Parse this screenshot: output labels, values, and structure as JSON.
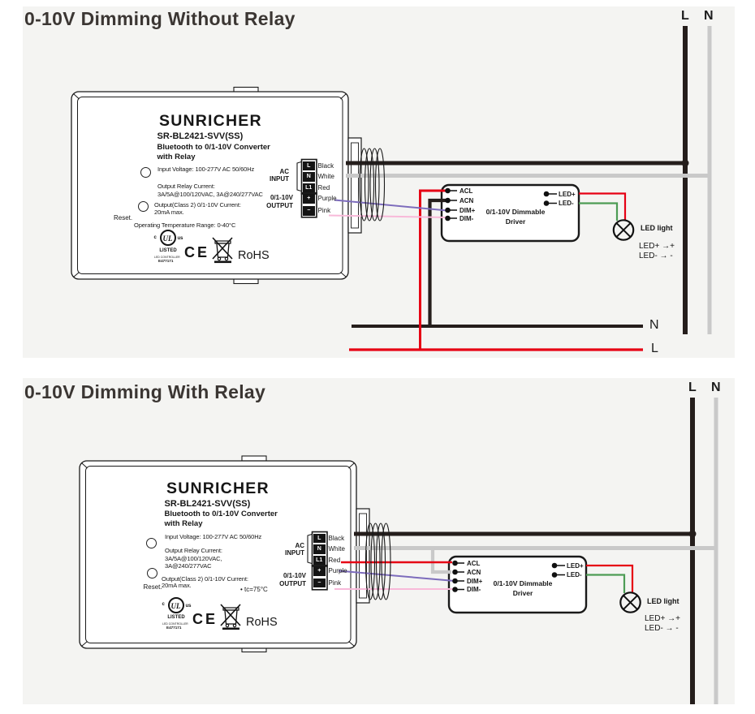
{
  "diagram1": {
    "title": "0-10V Dimming Without Relay",
    "mains_top": {
      "l": "L",
      "n": "N"
    },
    "mains_bottom": {
      "n": "N",
      "l": "L"
    }
  },
  "diagram2": {
    "title": "0-10V Dimming With Relay",
    "mains_top": {
      "l": "L",
      "n": "N"
    }
  },
  "device": {
    "brand": "SUNRICHER",
    "model": "SR-BL2421-SVV(SS)",
    "subtitle_line1": "Bluetooth to 0/1-10V Converter",
    "subtitle_line2": "with Relay",
    "spec_input_voltage": "Input Voltage: 100-277V AC 50/60Hz",
    "spec_relay_label": "Output Relay Current:",
    "spec_relay_value": "3A/5A@100/120VAC, 3A@240/277VAC",
    "spec_relay_value_line1": "3A/5A@100/120VAC,",
    "spec_relay_value_line2": "3A@240/277VAC",
    "spec_output_label": "Output(Class 2) 0/1-10V Current:",
    "spec_output_value": "20mA max.",
    "reset_label": "Reset.",
    "spec_temperature": "Operating Temperature Range: 0-40°C",
    "spec_tc": "• tc=75°C",
    "ac_input_line1": "AC",
    "ac_input_line2": "INPUT",
    "dim_output_line1": "0/1-10V",
    "dim_output_line2": "OUTPUT",
    "terminals": [
      {
        "key": "L",
        "wire": "Black"
      },
      {
        "key": "N",
        "wire": "White"
      },
      {
        "key": "L1",
        "wire": "Red"
      },
      {
        "key": "+",
        "wire": "Purple"
      },
      {
        "key": "−",
        "wire": "Pink"
      }
    ],
    "certifications": {
      "c": "c",
      "ul": "UL",
      "us": "us",
      "listed": "LISTED",
      "controller": "LED CONTROLLER",
      "file_number": "E477171",
      "ce": "CE",
      "rohs": "RoHS"
    }
  },
  "driver": {
    "name_line1": "0/1-10V Dimmable",
    "name_line2": "Driver",
    "input_terminals": [
      "ACL",
      "ACN",
      "DIM+",
      "DIM-"
    ],
    "output_terminals": [
      "LED+",
      "LED-"
    ]
  },
  "led_light": {
    "label": "LED light",
    "mapping_plus": "LED+ →+",
    "mapping_minus": "LED- → -"
  },
  "colors": {
    "wire_black": "#251e1c",
    "wire_white": "#c9c9c9",
    "wire_red": "#e60014",
    "wire_purple": "#7d6cbc",
    "wire_pink": "#f8b9d9",
    "wire_green": "#4d9c55",
    "card_background": "#f4f4f2",
    "ink": "#161616"
  }
}
